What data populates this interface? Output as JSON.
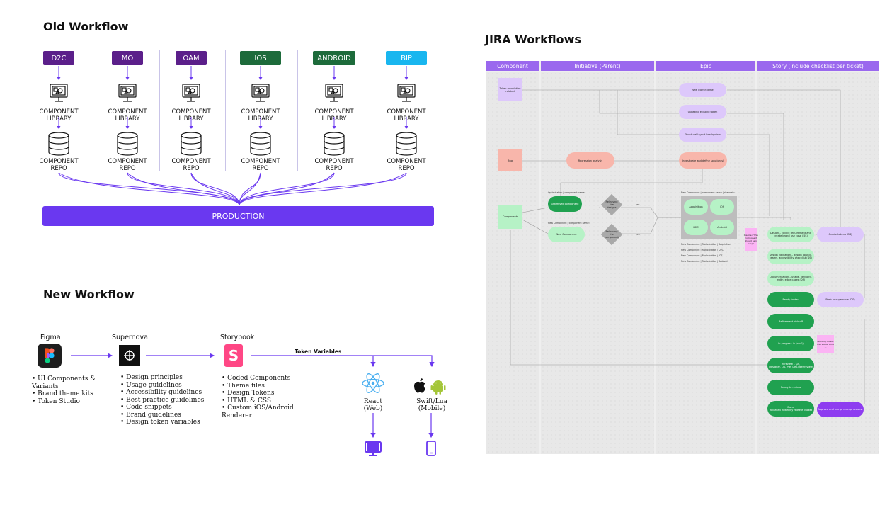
{
  "old_workflow": {
    "title": "Old Workflow",
    "platforms": [
      {
        "name": "D2C",
        "color": "#5b1f8a",
        "library": "COMPONENT\nLIBRARY",
        "repo": "COMPONENT\nREPO"
      },
      {
        "name": "MO",
        "color": "#5b1f8a",
        "library": "COMPONENT\nLIBRARY",
        "repo": "COMPONENT\nREPO"
      },
      {
        "name": "OAM",
        "color": "#5b1f8a",
        "library": "COMPONENT\nLIBRARY",
        "repo": "COMPONENT\nREPO"
      },
      {
        "name": "IOS",
        "color": "#1d6b3b",
        "library": "COMPONENT\nLIBRARY",
        "repo": "COMPONENT\nREPO"
      },
      {
        "name": "ANDROID",
        "color": "#1d6b3b",
        "library": "COMPONENT\nLIBRARY",
        "repo": "COMPONENT\nREPO"
      },
      {
        "name": "BIP",
        "color": "#19b6ef",
        "library": "COMPONENT\nLIBRARY",
        "repo": "COMPONENT\nREPO"
      }
    ],
    "production": "PRODUCTION",
    "accent": "#6a38f0"
  },
  "new_workflow": {
    "title": "New Workflow",
    "figma": {
      "name": "Figma",
      "items": [
        "UI Components &\nVariants",
        "Brand theme kits",
        "Token Studio"
      ]
    },
    "supernova": {
      "name": "Supernova",
      "items": [
        "Design principles",
        "Usage guidelines",
        "Accessibility guidelines",
        "Best practice guidelines",
        "Code snippets",
        "Brand guidelines",
        "Design token variables"
      ]
    },
    "storybook": {
      "name": "Storybook",
      "items": [
        "Coded Components",
        "Theme files",
        "Design Tokens",
        "HTML & CSS",
        "Custom iOS/Android\nRenderer"
      ]
    },
    "token_variables": "Token Variables",
    "react": {
      "name": "React\n(Web)",
      "icon": "react-icon"
    },
    "swift": {
      "name": "Swift/Lua\n(Mobile)",
      "icon": "apple-android-icon"
    }
  },
  "jira": {
    "title": "JIRA Workflows",
    "columns": [
      "Component",
      "Initiative (Parent)",
      "Epic",
      "Story (include checklist per ticket)"
    ],
    "colors": {
      "header": "#9a68ee",
      "purple": "#ddc8fb",
      "red": "#f8b6ab",
      "green_light": "#b6f2c6",
      "green_dark": "#20a150",
      "pink": "#fbb4f4",
      "violet": "#8e3cf0"
    },
    "nodes": {
      "token_foundation": "Token foundation\nrelated",
      "bug": "Bug",
      "components": "Components",
      "new_icons": "New icons/theme",
      "updating_token": "Updating existing token",
      "structural": "Structural layout breakpoints",
      "regression": "Regression analysis",
      "investigate": "Investigate and define solution(s)",
      "optimisation_label": "Optimisation | component name:",
      "optimised": "Optimised component",
      "new_label": "New Component | component name:",
      "new_component": "New Component",
      "releasing1": "Releasing\nthe\ndesigns",
      "releasing2": "Releasing\nthe\ncomponent",
      "yes": "yes",
      "epic_title": "New Component | component name | channels:",
      "acquisition": "Acquisition",
      "ios": "iOS",
      "d2c": "D2C",
      "android": "Android",
      "epic_list": [
        "New Component | Radio button | Acquisition",
        "New Component | Radio button | D2C",
        "New Component | Radio button | iOS",
        "New Component | Radio button | Android"
      ],
      "decide_note": "Decide if this\ncomponent\nshould be in\nscope",
      "story1": "Design – collect requirement and\ncreate brand use case (DS)",
      "story2": "Design validation – design council,\nteams, accessibility checklist (DS)",
      "story3": "Documentation – usage, keyword,\nwidth, edge cases (DS)",
      "story4": "Ready to dev",
      "story5": "Refinement kick off",
      "story6": "In progress in (scrO)",
      "story7": "In review – QA,\nDesigner, QA, Pre, Dev-user review",
      "story8": "Ready to review",
      "story9": "Done\nReleased in weekly release bucket",
      "create_tokens": "Create tokens (DS)",
      "push_supernova": "Push to supernova (DS)",
      "building_note": "Building tickets\nUse above third\n...",
      "approve": "Approve and merge change request"
    }
  }
}
